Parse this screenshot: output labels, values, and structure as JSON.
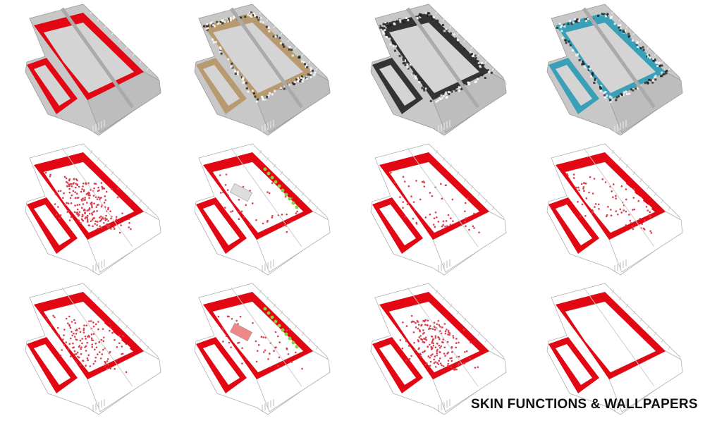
{
  "title": "SKIN FUNCTIONS & WALLPAPERS",
  "colors": {
    "wall_red": "#e30613",
    "model_gray": "#c8c8c8",
    "floor_gray": "#d4d4d4",
    "line_gray": "#b0b0b0"
  },
  "panels": [
    {
      "style": "model",
      "skin": "red",
      "skin_color": "#e30613"
    },
    {
      "style": "model",
      "skin": "pattern-beige",
      "skin_color": "#b89a70"
    },
    {
      "style": "model",
      "skin": "pattern-dark",
      "skin_color": "#333333"
    },
    {
      "style": "model",
      "skin": "pattern-teal",
      "skin_color": "#3aa0b8"
    },
    {
      "style": "plan",
      "occupancy": "crowd-center",
      "skin_color": "#e30613"
    },
    {
      "style": "plan",
      "occupancy": "table-and-trees",
      "skin_color": "#e30613"
    },
    {
      "style": "plan",
      "occupancy": "sparse",
      "skin_color": "#e30613"
    },
    {
      "style": "plan",
      "occupancy": "partitions",
      "skin_color": "#e30613"
    },
    {
      "style": "plan",
      "occupancy": "partitions-crowd",
      "skin_color": "#e30613"
    },
    {
      "style": "plan",
      "occupancy": "seating-and-trees",
      "skin_color": "#e30613"
    },
    {
      "style": "plan",
      "occupancy": "crowd-dense",
      "skin_color": "#e30613"
    },
    {
      "style": "plan",
      "occupancy": "empty",
      "skin_color": "#e30613"
    }
  ]
}
